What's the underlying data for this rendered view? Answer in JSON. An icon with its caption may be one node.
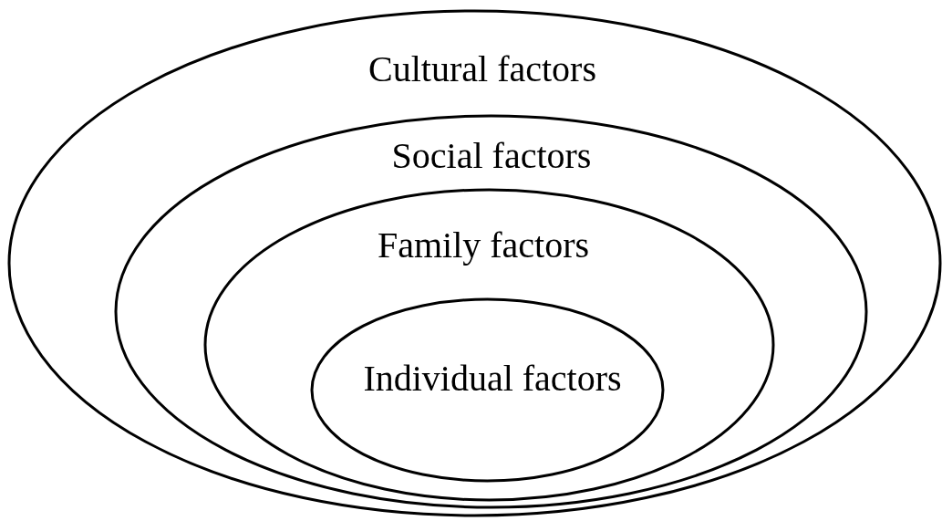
{
  "diagram": {
    "nodes": [
      {
        "text": [
          "Cultural factors"
        ]
      },
      {
        "text": [
          "Social factors"
        ],
        "in": 0
      },
      {
        "text": [
          "Family factors"
        ],
        "in": 1
      },
      {
        "text": [
          "Individual factors"
        ],
        "in": 2
      }
    ]
  }
}
